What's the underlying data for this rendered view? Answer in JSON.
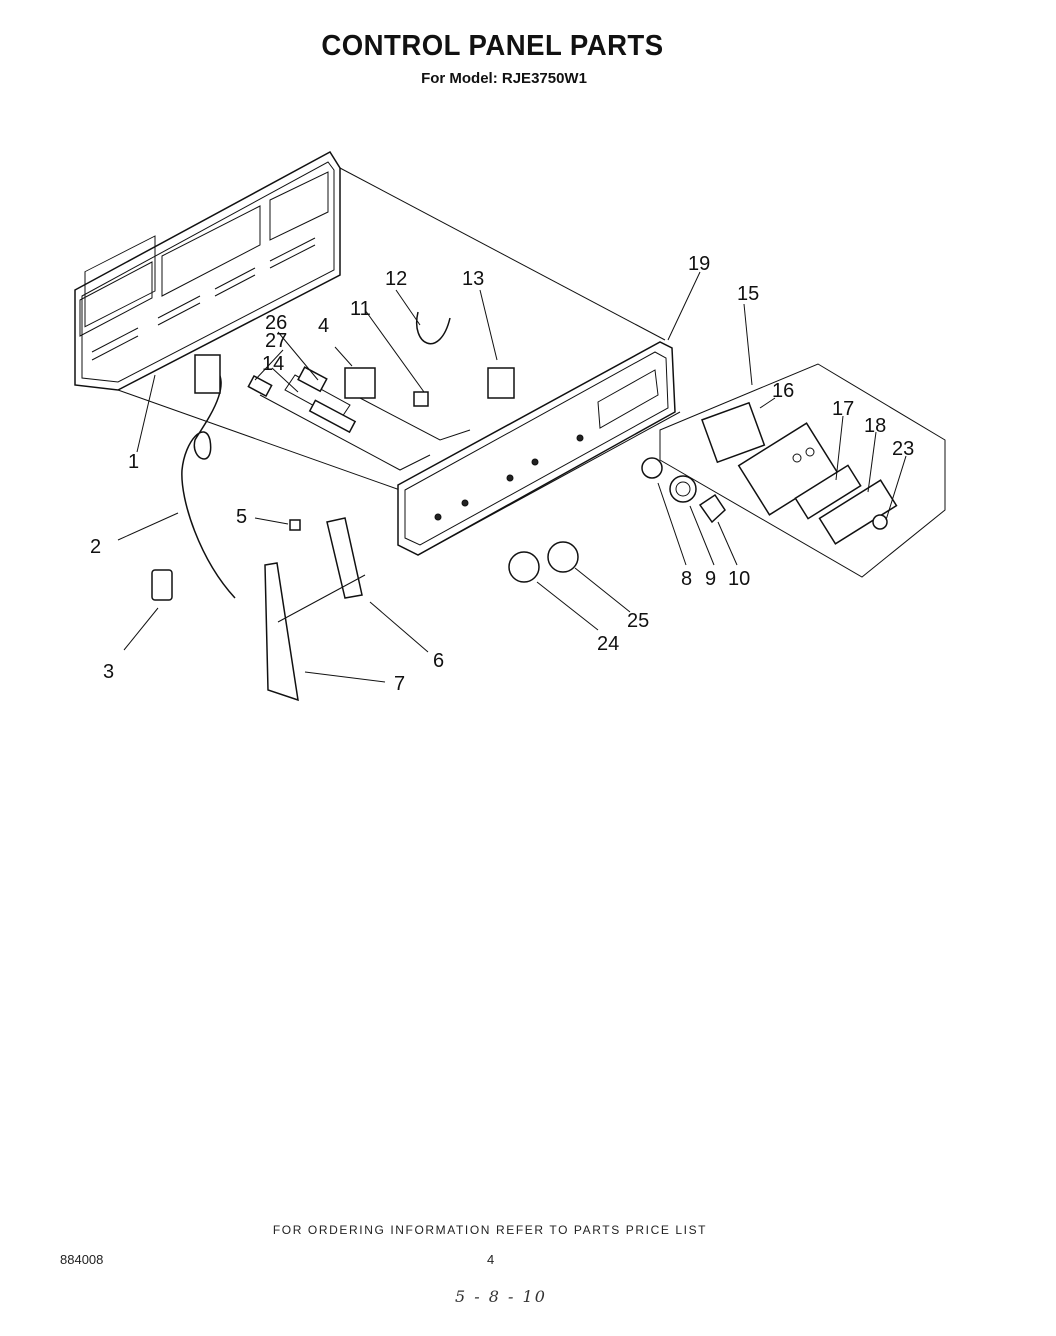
{
  "title": "CONTROL PANEL PARTS",
  "subtitle": "For Model: RJE3750W1",
  "callouts": [
    "1",
    "2",
    "3",
    "4",
    "5",
    "6",
    "7",
    "8",
    "9",
    "10",
    "11",
    "12",
    "13",
    "14",
    "15",
    "16",
    "17",
    "18",
    "19",
    "23",
    "24",
    "25",
    "26",
    "27"
  ],
  "footer": {
    "ordering_note": "FOR ORDERING INFORMATION REFER TO PARTS PRICE LIST",
    "document_number": "884008",
    "page_number": "4",
    "handwritten_note": "5 - 8 - 10"
  }
}
